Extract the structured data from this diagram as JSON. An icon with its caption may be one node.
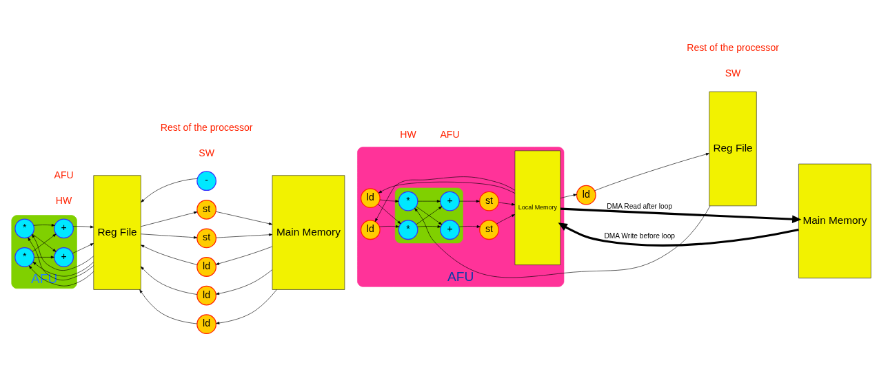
{
  "diagram": {
    "nodes": [
      {
        "text": [
          "AFU"
        ]
      },
      {
        "text": [
          "*"
        ],
        "in": 0
      },
      {
        "text": [
          "*"
        ],
        "in": 0
      },
      {
        "text": [
          "+"
        ],
        "in": 0
      },
      {
        "text": [
          "+"
        ],
        "in": 0
      },
      {
        "text": [
          "Reg File"
        ]
      },
      {
        "text": [
          "-"
        ]
      },
      {
        "text": [
          "ld"
        ]
      },
      {
        "text": [
          "ld"
        ]
      },
      {
        "text": [
          "ld"
        ]
      },
      {
        "text": [
          "st"
        ]
      },
      {
        "text": [
          "st"
        ]
      },
      {
        "text": [
          "Main Memory"
        ]
      },
      {
        "text": [
          "AFU"
        ]
      },
      {
        "text": [],
        "shape": "box",
        "in": 13
      },
      {
        "text": [
          "ld"
        ],
        "in": 13
      },
      {
        "text": [
          "ld"
        ],
        "in": 13
      },
      {
        "text": [
          "*"
        ],
        "in": 14
      },
      {
        "text": [
          "*"
        ],
        "in": 14
      },
      {
        "text": [
          "+"
        ],
        "in": 14
      },
      {
        "text": [
          "+"
        ],
        "in": 14
      },
      {
        "text": [
          "st"
        ],
        "in": 13
      },
      {
        "text": [
          "st"
        ],
        "in": 13
      },
      {
        "text": [
          "Local Memory"
        ],
        "in": 13
      },
      {
        "text": [
          "ld"
        ]
      },
      {
        "text": [
          "Reg File"
        ]
      },
      {
        "text": [
          "Main Memory"
        ]
      }
    ],
    "edges": [
      {
        "from": 5,
        "to": 1,
        "arrow": "to"
      },
      {
        "from": 5,
        "to": 1,
        "arrow": "to"
      },
      {
        "from": 5,
        "to": 2,
        "arrow": "to"
      },
      {
        "from": 5,
        "to": 2,
        "arrow": "to"
      },
      {
        "from": 1,
        "to": 3,
        "arrow": "to"
      },
      {
        "from": 1,
        "to": 4,
        "arrow": "to"
      },
      {
        "from": 2,
        "to": 3,
        "arrow": "to"
      },
      {
        "from": 2,
        "to": 4,
        "arrow": "to"
      },
      {
        "from": 4,
        "to": 5,
        "arrow": "to"
      },
      {
        "from": 3,
        "to": 5,
        "arrow": "to"
      },
      {
        "from": 6,
        "to": 5,
        "arrow": "to"
      },
      {
        "from": 7,
        "to": 5,
        "arrow": "to"
      },
      {
        "from": 8,
        "to": 5,
        "arrow": "to"
      },
      {
        "from": 9,
        "to": 5,
        "arrow": "to"
      },
      {
        "from": 12,
        "to": 7,
        "arrow": "to"
      },
      {
        "from": 12,
        "to": 8,
        "arrow": "to"
      },
      {
        "from": 12,
        "to": 9,
        "arrow": "to"
      },
      {
        "from": 5,
        "to": 10,
        "arrow": "to"
      },
      {
        "from": 5,
        "to": 11,
        "arrow": "to"
      },
      {
        "from": 10,
        "to": 12,
        "arrow": "to"
      },
      {
        "from": 11,
        "to": 12,
        "arrow": "to"
      },
      {
        "from": 26,
        "to": 23,
        "arrow": "to",
        "label": "DMA Write before loop",
        "style": "thick"
      },
      {
        "from": 23,
        "to": 15,
        "arrow": "to"
      },
      {
        "from": 23,
        "to": 16,
        "arrow": "to"
      },
      {
        "from": 15,
        "to": 17,
        "arrow": "to"
      },
      {
        "from": 16,
        "to": 17,
        "arrow": "to"
      },
      {
        "from": 16,
        "to": 18,
        "arrow": "to"
      },
      {
        "from": 25,
        "to": 18,
        "arrow": "to"
      },
      {
        "from": 17,
        "to": 19,
        "arrow": "to"
      },
      {
        "from": 17,
        "to": 20,
        "arrow": "to"
      },
      {
        "from": 18,
        "to": 19,
        "arrow": "to"
      },
      {
        "from": 18,
        "to": 20,
        "arrow": "to"
      },
      {
        "from": 19,
        "to": 21,
        "arrow": "to"
      },
      {
        "from": 20,
        "to": 22,
        "arrow": "to"
      },
      {
        "from": 22,
        "to": 23,
        "arrow": "to"
      },
      {
        "from": 21,
        "to": 23,
        "arrow": "to"
      },
      {
        "from": 23,
        "to": 24,
        "arrow": "to"
      },
      {
        "from": 24,
        "to": 25,
        "arrow": "to"
      },
      {
        "from": 23,
        "to": 26,
        "arrow": "to",
        "label": "DMA Read after loop",
        "style": "thick"
      }
    ],
    "labels": [
      "HW",
      "SW",
      "HW",
      "SW",
      "AFU",
      "Rest of the processor",
      "AFU",
      "Rest of the processor"
    ]
  }
}
